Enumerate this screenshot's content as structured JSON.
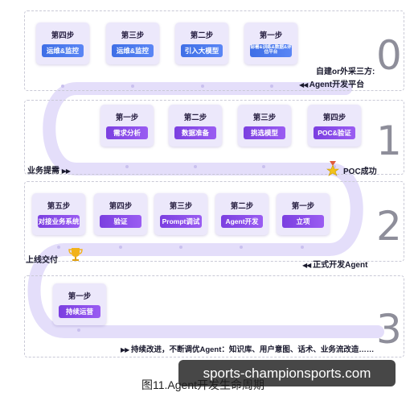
{
  "phase0": {
    "number": "0",
    "cards": [
      {
        "label": "第四步",
        "pill": "运维&监控"
      },
      {
        "label": "第三步",
        "pill": "运维&监控"
      },
      {
        "label": "第二步",
        "pill": "引入大模型"
      },
      {
        "label": "第一步",
        "pill": "部署&训练&数据&评估平台"
      }
    ],
    "note_line1": "自建or外采三方:",
    "note_line2": "Agent开发平台"
  },
  "phase1": {
    "number": "1",
    "cards": [
      {
        "label": "第一步",
        "pill": "需求分析"
      },
      {
        "label": "第二步",
        "pill": "数据准备"
      },
      {
        "label": "第三步",
        "pill": "挑选模型"
      },
      {
        "label": "第四步",
        "pill": "POC&验证"
      }
    ],
    "start_note": "业务提需",
    "end_note": "POC成功"
  },
  "phase2": {
    "number": "2",
    "cards": [
      {
        "label": "第五步",
        "pill": "对接业务系统"
      },
      {
        "label": "第四步",
        "pill": "验证"
      },
      {
        "label": "第三步",
        "pill": "Prompt调试"
      },
      {
        "label": "第二步",
        "pill": "Agent开发"
      },
      {
        "label": "第一步",
        "pill": "立项"
      }
    ],
    "start_note": "正式开发Agent",
    "end_note": "上线交付"
  },
  "phase3": {
    "number": "3",
    "cards": [
      {
        "label": "第一步",
        "pill": "持续运营"
      }
    ],
    "note": "持续改进，不断调优Agent：知识库、用户意图、话术、业务流改造……"
  },
  "caption": "图11.Agent开发生命周期",
  "watermark": "sports-championsports.com",
  "colors": {
    "blue": "#4a78ee",
    "purple": "#8a4ce8",
    "track": "#e4defa"
  }
}
